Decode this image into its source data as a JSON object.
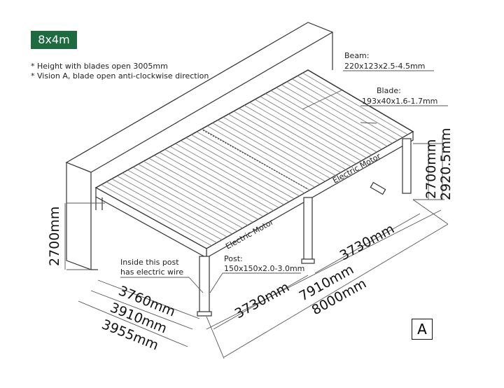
{
  "badge": "8x4m",
  "notes": [
    "* Height with blades open 3005mm",
    "* Vision A, blade open anti-clockwise direction"
  ],
  "labels": {
    "beam_title": "Beam:",
    "beam_spec": "220x123x2.5-4.5mm",
    "blade_title": "Blade:",
    "blade_spec": "193x40x1.6-1.7mm",
    "post_title": "Post:",
    "post_spec": "150x150x2.0-3.0mm",
    "wire_1": "Inside this post",
    "wire_2": "has electric wire",
    "motor": "Electric Motor"
  },
  "dimensions": {
    "height_left": "2700mm",
    "height_right": "2700mm",
    "height_total": "2920.5mm",
    "width_a": "3760mm",
    "width_b": "3910mm",
    "width_c": "3955mm",
    "span_left": "3730mm",
    "span_right": "3730mm",
    "length_a": "7910mm",
    "length_b": "8000mm"
  },
  "view_label": "A",
  "colors": {
    "accent": "#1e6b40",
    "line": "#333333"
  }
}
